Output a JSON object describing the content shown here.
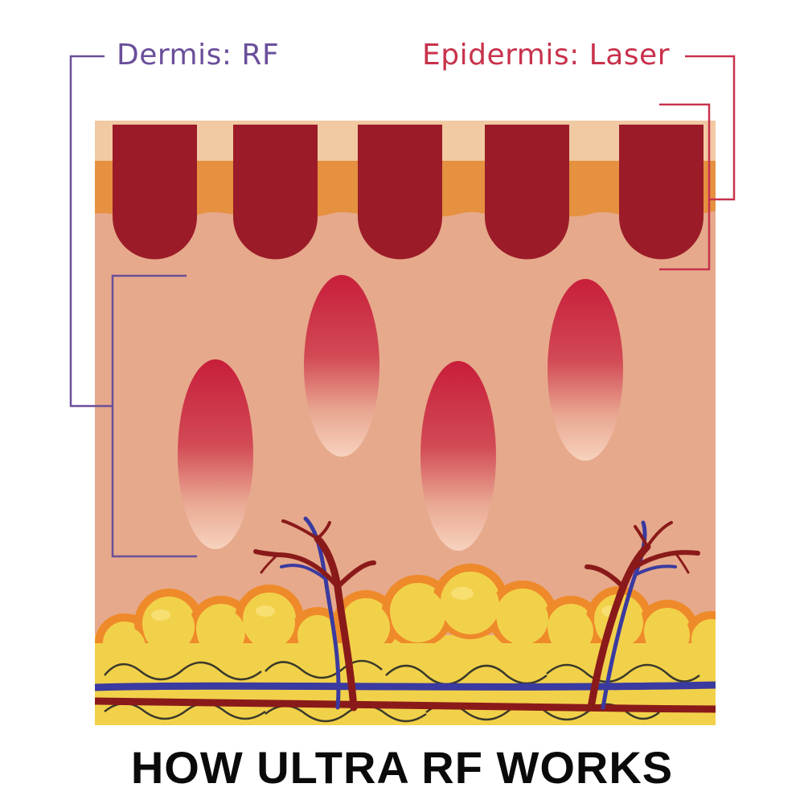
{
  "labels": {
    "dermis": "Dermis: RF",
    "epidermis": "Epidermis: Laser"
  },
  "caption": "HOW ULTRA RF WORKS",
  "colors": {
    "dermis_label": "#6a4f9a",
    "epidermis_label": "#c8324c",
    "skin": "#e6a98b",
    "surface": "#f1c9a3",
    "epidermis_band": "#e59140",
    "pillar": "#9b1c28",
    "thermal_zone": "#c81e3a",
    "fat": "#f2d14a",
    "fat_outline": "#ee8a2a",
    "artery": "#8a1a1a",
    "vein": "#3a3aa0"
  },
  "icons": [
    "skin-cross-section",
    "laser-column",
    "rf-thermal-zone",
    "fat-cell",
    "blood-vessel"
  ]
}
